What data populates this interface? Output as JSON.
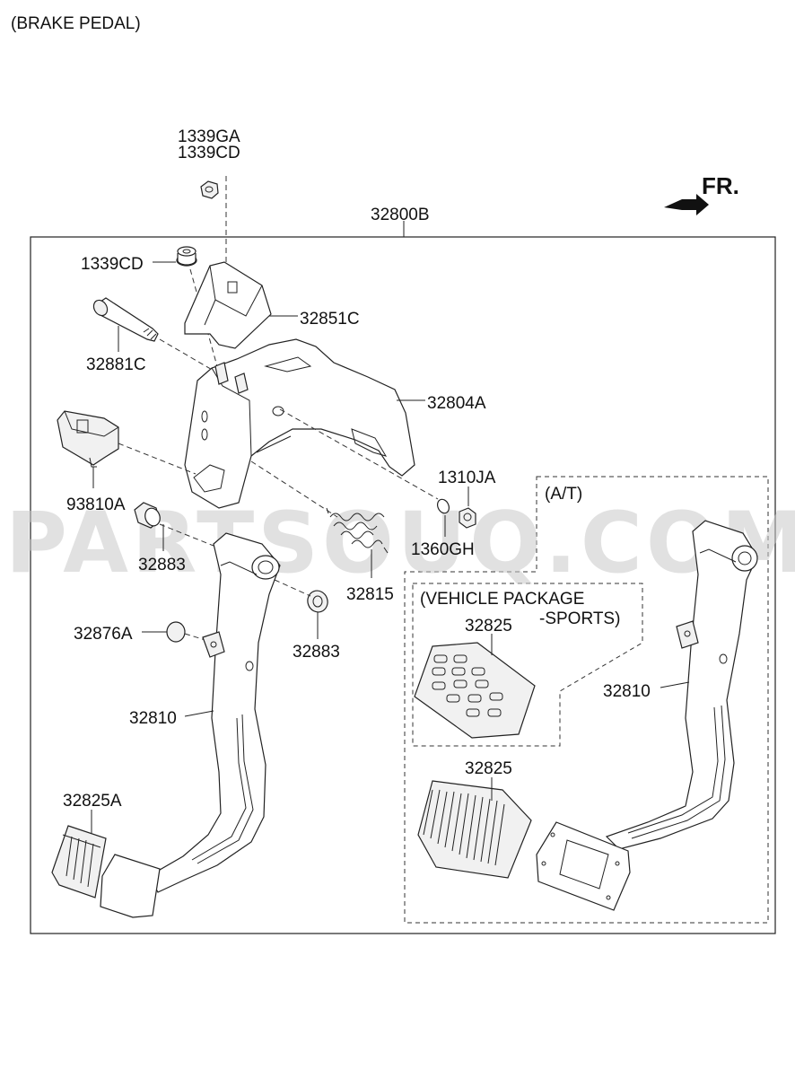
{
  "title": "(BRAKE PEDAL)",
  "direction": "FR.",
  "watermark": "PARTSOUQ.COM",
  "groups": {
    "assembly": "32800B",
    "at": "(A/T)",
    "vehicle_package_line1": "(VEHICLE PACKAGE",
    "vehicle_package_line2": "-SPORTS)"
  },
  "labels": {
    "p1339GA": "1339GA",
    "p1339CD_top": "1339CD",
    "p1339CD": "1339CD",
    "p32851C": "32851C",
    "p32881C": "32881C",
    "p32804A": "32804A",
    "p93810A": "93810A",
    "p1310JA": "1310JA",
    "p1360GH": "1360GH",
    "p32883_a": "32883",
    "p32883_b": "32883",
    "p32815": "32815",
    "p32876A": "32876A",
    "p32810_left": "32810",
    "p32810_right": "32810",
    "p32825A": "32825A",
    "p32825_sports": "32825",
    "p32825_at": "32825"
  }
}
